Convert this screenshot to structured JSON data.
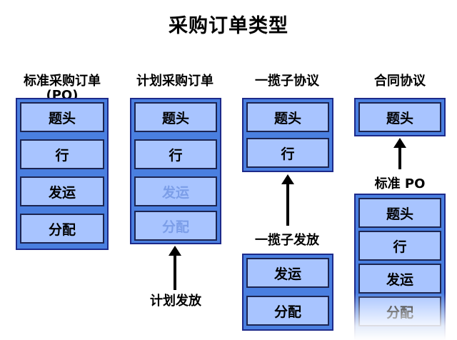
{
  "title": "采购订单类型",
  "columns": [
    {
      "label_line1": "标准采购订单",
      "label_line2": "(PO)",
      "boxes": [
        "题头",
        "行",
        "发运",
        "分配"
      ]
    },
    {
      "label_line1": "计划采购订单",
      "boxes": [
        "题头",
        "行",
        "发运",
        "分配"
      ],
      "arrow_label": "计划发放"
    },
    {
      "label_line1": "一揽子协议",
      "boxes": [
        "题头",
        "行"
      ],
      "release_label": "一揽子发放",
      "release_boxes": [
        "发运",
        "分配"
      ]
    },
    {
      "label_line1": "合同协议",
      "boxes": [
        "题头"
      ],
      "standard_label": "标准 PO",
      "standard_boxes": [
        "题头",
        "行",
        "发运",
        "分配"
      ]
    }
  ],
  "colors": {
    "panel": "#4a7fe0",
    "box": "#a8c4ff",
    "border": "#1c2450",
    "faded_text": "#7c9ee8"
  }
}
